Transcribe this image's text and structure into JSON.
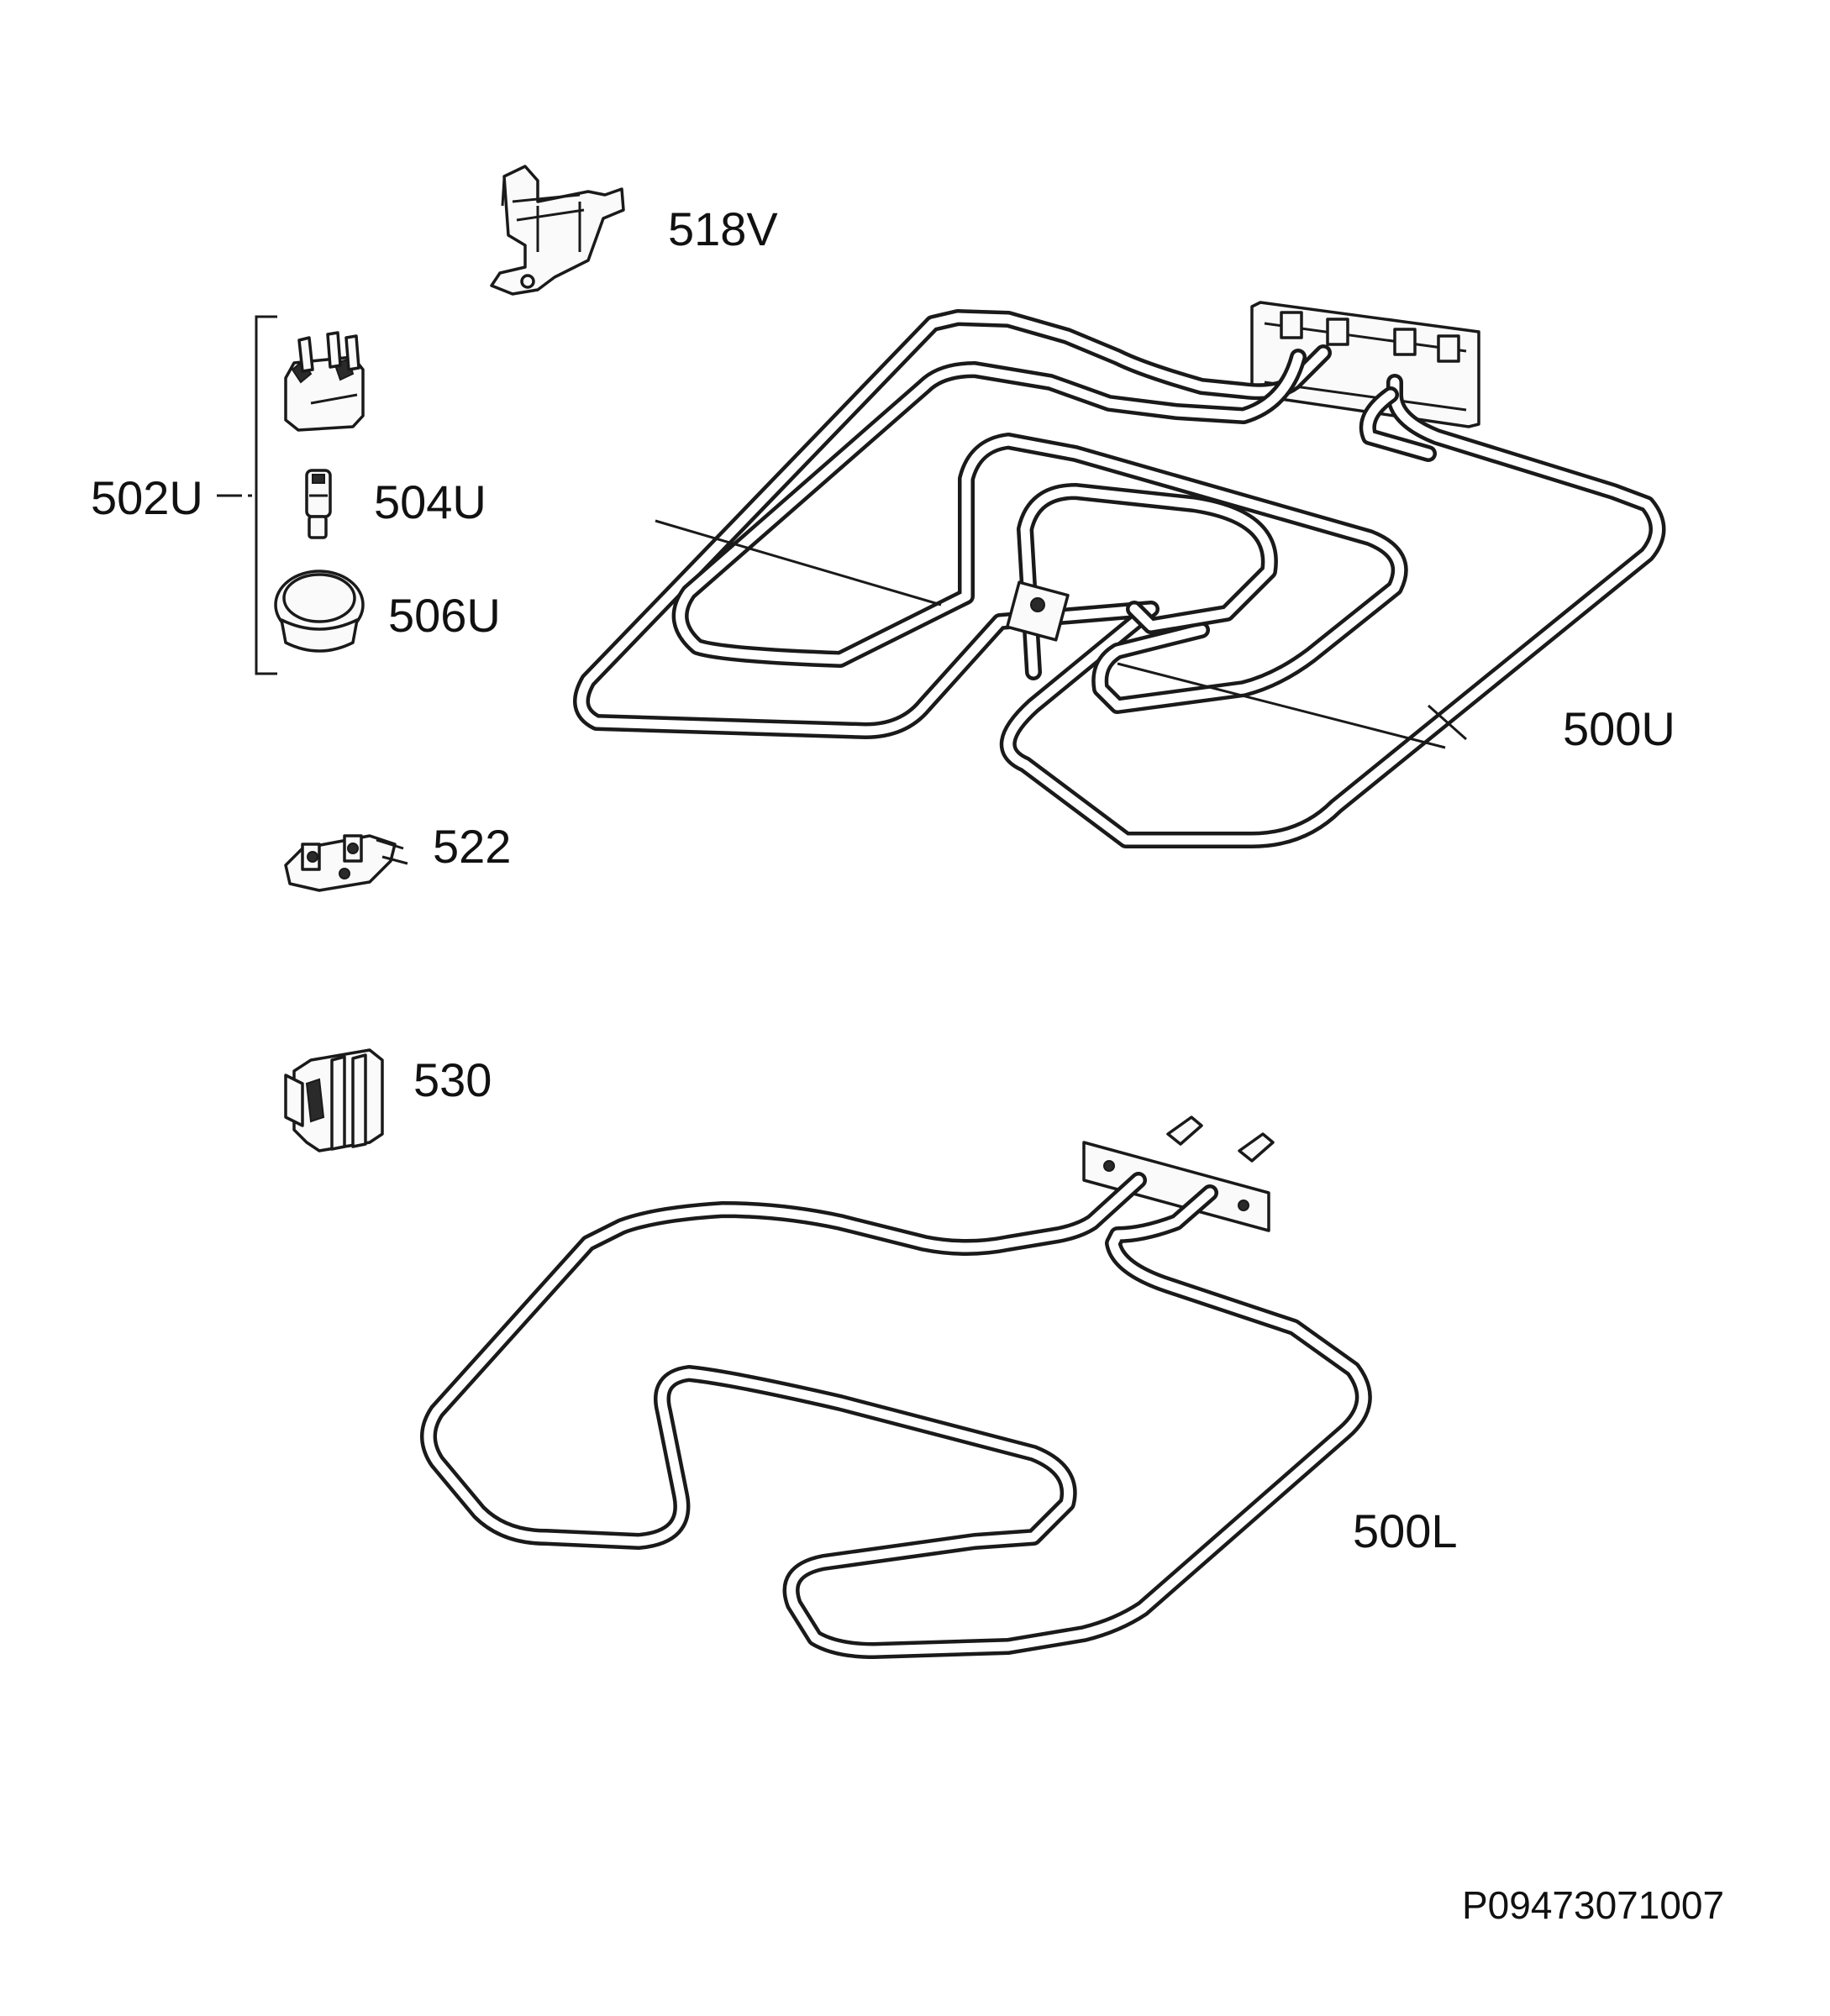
{
  "parts": [
    {
      "id": "518v",
      "number": "518V",
      "icon": "thermal-cutout-icon"
    },
    {
      "id": "502u",
      "number": "502U",
      "icon": "lamp-assembly-bracket-icon"
    },
    {
      "id": "504u",
      "number": "504U",
      "icon": "lamp-bulb-icon"
    },
    {
      "id": "506u",
      "number": "506U",
      "icon": "lamp-cover-icon"
    },
    {
      "id": "500u",
      "number": "500U",
      "icon": "upper-heating-element-icon"
    },
    {
      "id": "522",
      "number": "522",
      "icon": "terminal-block-icon"
    },
    {
      "id": "530",
      "number": "530",
      "icon": "connector-clip-icon"
    },
    {
      "id": "500l",
      "number": "500L",
      "icon": "lower-heating-element-icon"
    }
  ],
  "document_number": "P09473071007"
}
